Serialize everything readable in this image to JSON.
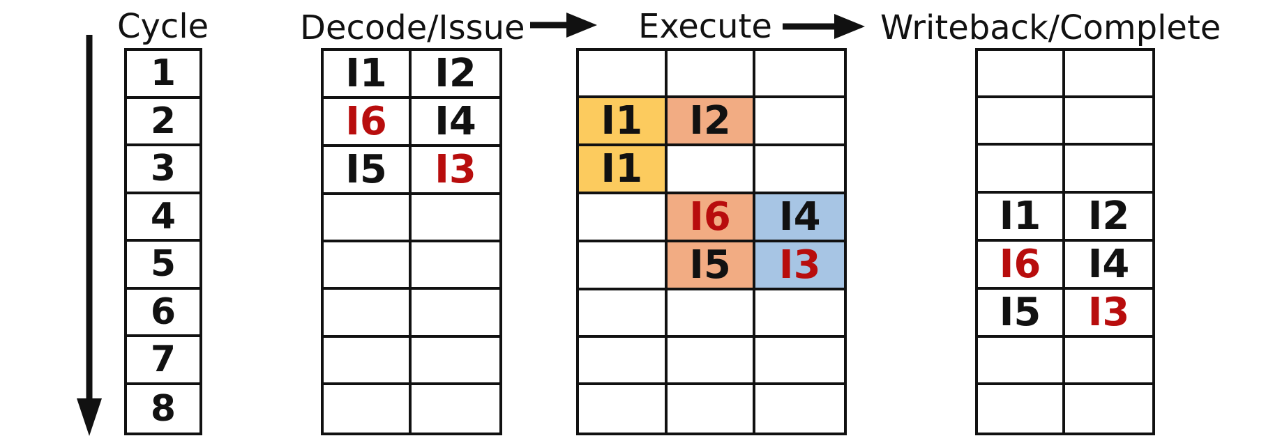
{
  "headers": {
    "cycle": "Cycle",
    "decode": "Decode/Issue",
    "execute": "Execute",
    "writeback": "Writeback/Complete"
  },
  "cycles": [
    "1",
    "2",
    "3",
    "4",
    "5",
    "6",
    "7",
    "8"
  ],
  "decode_issue": [
    [
      {
        "text": "I1",
        "color": "black"
      },
      {
        "text": "I2",
        "color": "black"
      }
    ],
    [
      {
        "text": "I6",
        "color": "red"
      },
      {
        "text": "I4",
        "color": "black"
      }
    ],
    [
      {
        "text": "I5",
        "color": "black"
      },
      {
        "text": "I3",
        "color": "red"
      }
    ],
    [
      {
        "text": ""
      },
      {
        "text": ""
      }
    ],
    [
      {
        "text": ""
      },
      {
        "text": ""
      }
    ],
    [
      {
        "text": ""
      },
      {
        "text": ""
      }
    ],
    [
      {
        "text": ""
      },
      {
        "text": ""
      }
    ],
    [
      {
        "text": ""
      },
      {
        "text": ""
      }
    ]
  ],
  "execute": [
    [
      {
        "text": ""
      },
      {
        "text": ""
      },
      {
        "text": ""
      }
    ],
    [
      {
        "text": "I1",
        "color": "black",
        "fill": "yellow"
      },
      {
        "text": "I2",
        "color": "black",
        "fill": "salmon"
      },
      {
        "text": ""
      }
    ],
    [
      {
        "text": "I1",
        "color": "black",
        "fill": "yellow"
      },
      {
        "text": ""
      },
      {
        "text": ""
      }
    ],
    [
      {
        "text": ""
      },
      {
        "text": "I6",
        "color": "red",
        "fill": "salmon"
      },
      {
        "text": "I4",
        "color": "black",
        "fill": "blue"
      }
    ],
    [
      {
        "text": ""
      },
      {
        "text": "I5",
        "color": "black",
        "fill": "salmon"
      },
      {
        "text": "I3",
        "color": "red",
        "fill": "blue"
      }
    ],
    [
      {
        "text": ""
      },
      {
        "text": ""
      },
      {
        "text": ""
      }
    ],
    [
      {
        "text": ""
      },
      {
        "text": ""
      },
      {
        "text": ""
      }
    ],
    [
      {
        "text": ""
      },
      {
        "text": ""
      },
      {
        "text": ""
      }
    ]
  ],
  "writeback": [
    [
      {
        "text": ""
      },
      {
        "text": ""
      }
    ],
    [
      {
        "text": ""
      },
      {
        "text": ""
      }
    ],
    [
      {
        "text": ""
      },
      {
        "text": ""
      }
    ],
    [
      {
        "text": "I1",
        "color": "black"
      },
      {
        "text": "I2",
        "color": "black"
      }
    ],
    [
      {
        "text": "I6",
        "color": "red"
      },
      {
        "text": "I4",
        "color": "black"
      }
    ],
    [
      {
        "text": "I5",
        "color": "black"
      },
      {
        "text": "I3",
        "color": "red"
      }
    ],
    [
      {
        "text": ""
      },
      {
        "text": ""
      }
    ],
    [
      {
        "text": ""
      },
      {
        "text": ""
      }
    ]
  ],
  "colors": {
    "red": "#b80d0d",
    "yellow": "#fccb5e",
    "salmon": "#f2ac83",
    "blue": "#a7c5e4",
    "line": "#111111"
  }
}
